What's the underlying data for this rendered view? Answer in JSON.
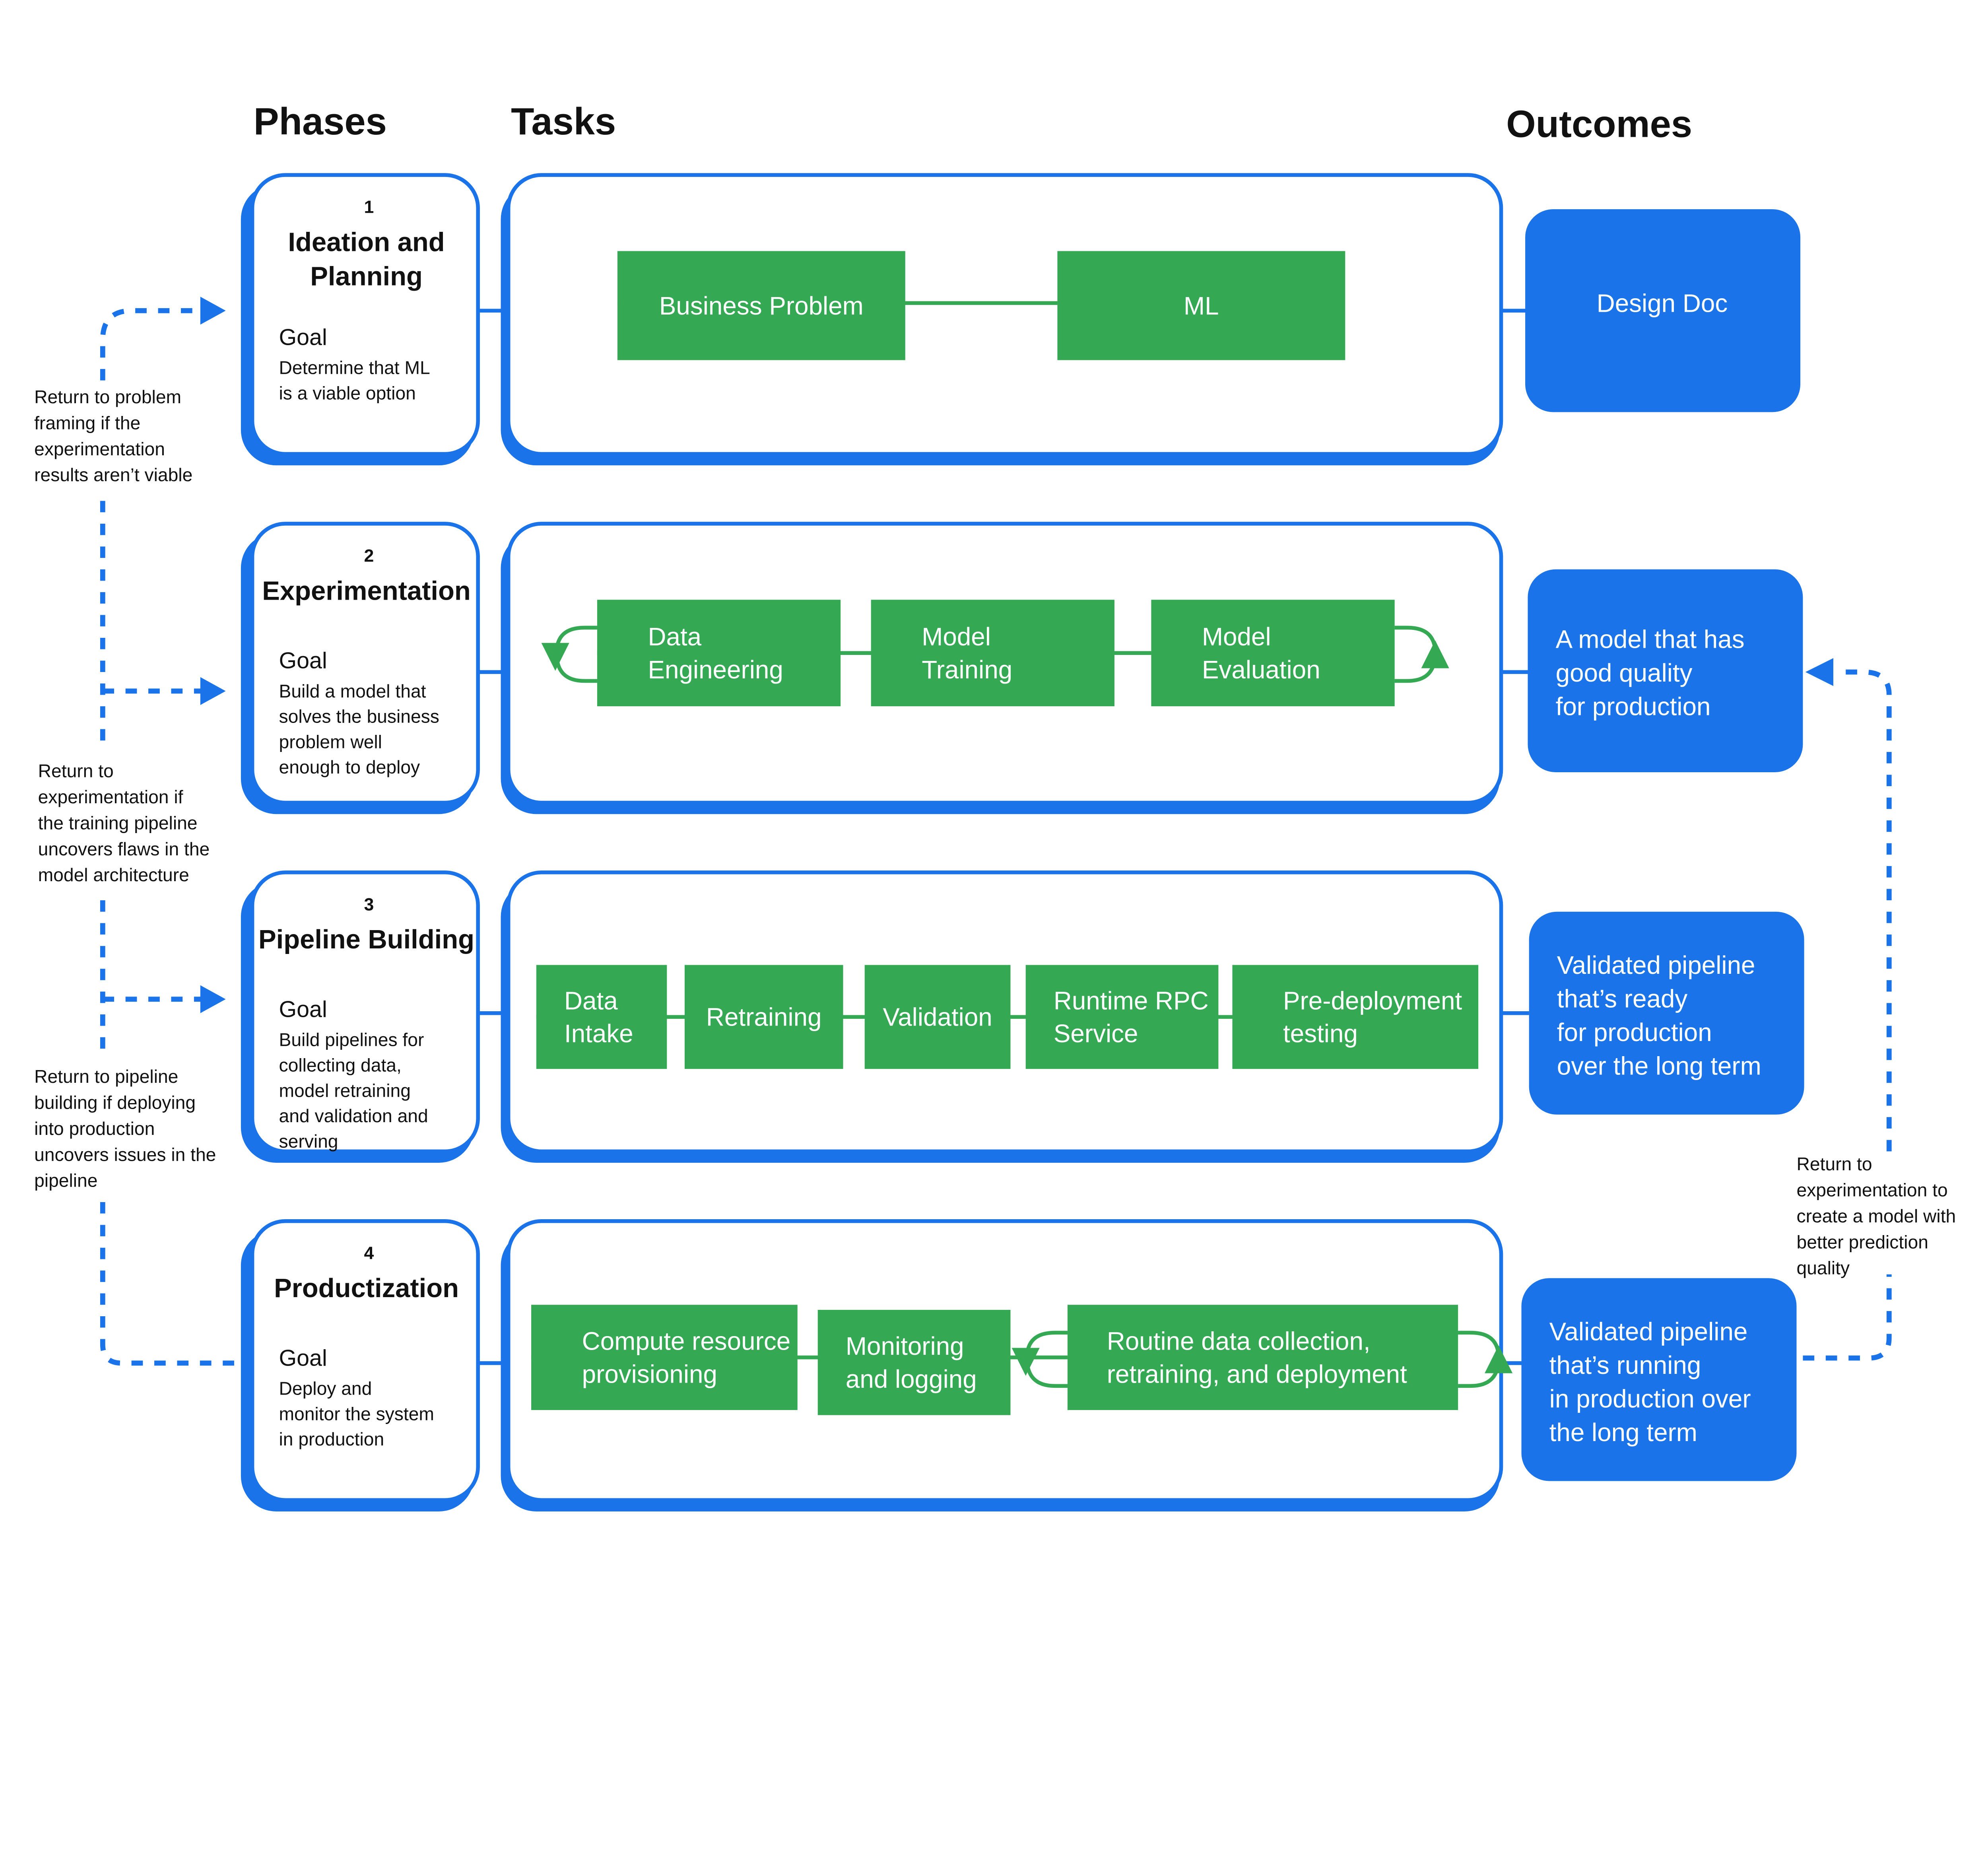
{
  "colors": {
    "blue": "#1a73e8",
    "green": "#34a853",
    "text": "#111111",
    "background": "#ffffff"
  },
  "headers": {
    "phases": "Phases",
    "tasks": "Tasks",
    "outcomes": "Outcomes"
  },
  "phases": [
    {
      "number": "1",
      "title": [
        "Ideation and",
        "Planning"
      ],
      "goal_label": "Goal",
      "goal": [
        "Determine that ML",
        "is a viable option"
      ]
    },
    {
      "number": "2",
      "title": [
        "Experimentation"
      ],
      "goal_label": "Goal",
      "goal": [
        "Build a model that",
        "solves the business",
        "problem well",
        "enough to deploy"
      ]
    },
    {
      "number": "3",
      "title": [
        "Pipeline Building"
      ],
      "goal_label": "Goal",
      "goal": [
        "Build pipelines for",
        "collecting data,",
        "model retraining",
        "and validation and",
        "serving"
      ]
    },
    {
      "number": "4",
      "title": [
        "Productization"
      ],
      "goal_label": "Goal",
      "goal": [
        "Deploy and",
        "monitor the system",
        "in production"
      ]
    }
  ],
  "tasks": [
    [
      {
        "lines": [
          "Business Problem"
        ]
      },
      {
        "lines": [
          "ML"
        ]
      }
    ],
    [
      {
        "lines": [
          "Data",
          "Engineering"
        ]
      },
      {
        "lines": [
          "Model",
          "Training"
        ]
      },
      {
        "lines": [
          "Model",
          "Evaluation"
        ]
      }
    ],
    [
      {
        "lines": [
          "Data",
          "Intake"
        ]
      },
      {
        "lines": [
          "Retraining"
        ]
      },
      {
        "lines": [
          "Validation"
        ]
      },
      {
        "lines": [
          "Runtime RPC",
          "Service"
        ]
      },
      {
        "lines": [
          "Pre-deployment",
          "testing"
        ]
      }
    ],
    [
      {
        "lines": [
          "Compute  resource",
          "provisioning"
        ]
      },
      {
        "lines": [
          "Monitoring",
          "and logging"
        ]
      },
      {
        "lines": [
          "Routine data collection,",
          "retraining, and deployment"
        ]
      }
    ]
  ],
  "outcomes": [
    {
      "lines": [
        "Design Doc"
      ]
    },
    {
      "lines": [
        "A model that has",
        "good quality",
        "for production"
      ]
    },
    {
      "lines": [
        "Validated pipeline",
        "that’s ready",
        "for production",
        "over the long term"
      ]
    },
    {
      "lines": [
        "Validated pipeline",
        "that’s running",
        "in production over",
        "the long term"
      ]
    }
  ],
  "return_notes": {
    "to_problem_framing": [
      "Return to problem",
      "framing if the",
      "experimentation",
      "results aren’t viable"
    ],
    "to_experimentation": [
      "Return to",
      "experimentation if",
      "the training pipeline",
      "uncovers flaws in the",
      "model architecture"
    ],
    "to_pipeline_building": [
      "Return to pipeline",
      "building if deploying",
      "into production",
      "uncovers issues in the",
      "pipeline"
    ],
    "to_experimentation_quality": [
      "Return to",
      "experimentation to",
      "create a model with",
      "better prediction",
      "quality"
    ]
  }
}
